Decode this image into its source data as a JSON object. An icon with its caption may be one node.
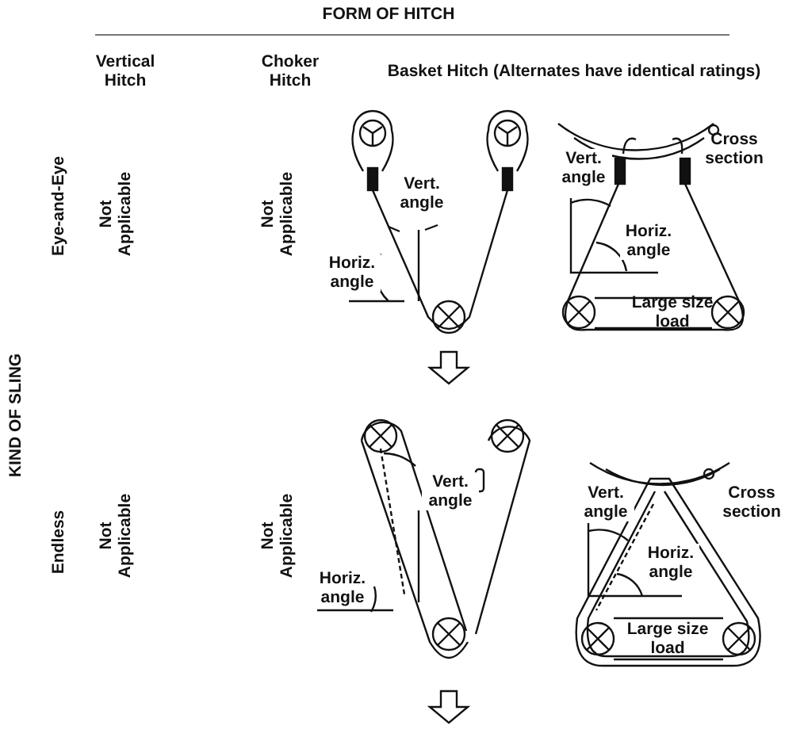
{
  "diagram": {
    "labels": [
      "FORM OF HITCH",
      "Vertical Hitch",
      "Choker Hitch",
      "Basket Hitch (Alternates have identical ratings)",
      "KIND OF SLING",
      "Eye-and-Eye",
      "Not Applicable",
      "Not Applicable",
      "Vert. angle",
      "Cross section",
      "Vert. angle",
      "Horiz. angle",
      "Horiz. angle",
      "Large size load",
      "Endless",
      "Not Applicable",
      "Not Applicable",
      "Vert. angle",
      "Vert. angle",
      "Cross section",
      "Horiz. angle",
      "Horiz. angle",
      "Large size load"
    ]
  }
}
